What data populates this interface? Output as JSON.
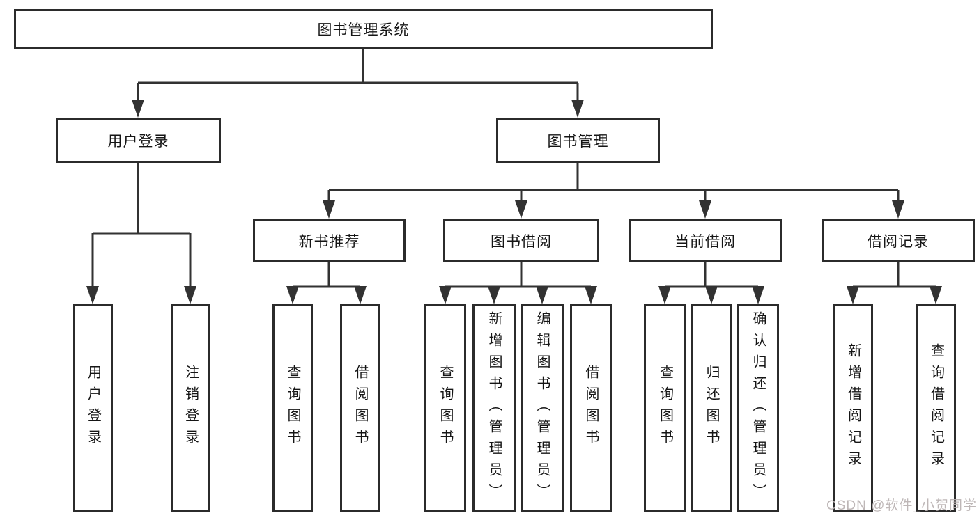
{
  "diagram_type": "hierarchy-tree",
  "tree": {
    "root": {
      "label": "图书管理系统",
      "children": [
        {
          "label": "用户登录",
          "children": [
            {
              "label": "用户登录"
            },
            {
              "label": "注销登录"
            }
          ]
        },
        {
          "label": "图书管理",
          "children": [
            {
              "label": "新书推荐",
              "children": [
                {
                  "label": "查询图书"
                },
                {
                  "label": "借阅图书"
                }
              ]
            },
            {
              "label": "图书借阅",
              "children": [
                {
                  "label": "查询图书"
                },
                {
                  "label": "新增图书（管理员）"
                },
                {
                  "label": "编辑图书（管理员）"
                },
                {
                  "label": "借阅图书"
                }
              ]
            },
            {
              "label": "当前借阅",
              "children": [
                {
                  "label": "查询图书"
                },
                {
                  "label": "归还图书"
                },
                {
                  "label": "确认归还（管理员）"
                }
              ]
            },
            {
              "label": "借阅记录",
              "children": [
                {
                  "label": "新增借阅记录"
                },
                {
                  "label": "查询借阅记录"
                }
              ]
            }
          ]
        }
      ]
    }
  },
  "watermark": {
    "text": "CSDN @软件_小贺同学"
  },
  "colors": {
    "line": "#323232",
    "box-border": "#2b2b2b",
    "text": "#151515",
    "bg": "#ffffff",
    "watermark": "#b9b1b1"
  }
}
